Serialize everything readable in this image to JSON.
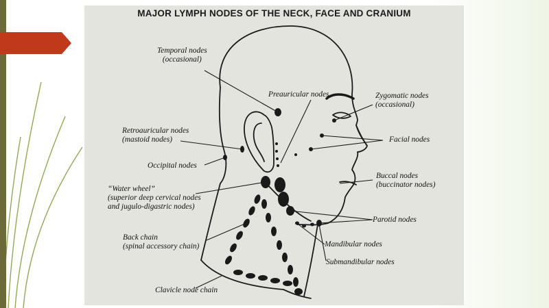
{
  "title": "MAJOR LYMPH NODES OF THE NECK, FACE AND CRANIUM",
  "labels": {
    "temporal": [
      "Temporal nodes",
      "(occasional)"
    ],
    "preauricular": [
      "Preauricular nodes"
    ],
    "zygomatic": [
      "Zygomatic nodes",
      "(occasional)"
    ],
    "retroauricular": [
      "Retroauricular nodes",
      "(mastoid nodes)"
    ],
    "facial": [
      "Facial nodes"
    ],
    "occipital": [
      "Occipital nodes"
    ],
    "buccal": [
      "Buccal nodes",
      "(buccinator nodes)"
    ],
    "waterwheel": [
      "“Water wheel”",
      "(superior deep cervical nodes",
      "and jugulo-digastric nodes)"
    ],
    "parotid": [
      "Parotid nodes"
    ],
    "backchain": [
      "Back chain",
      "(spinal accessory chain)"
    ],
    "mandibular": [
      "Mandibular nodes"
    ],
    "submandibular": [
      "Submandibular nodes"
    ],
    "clavicle": [
      "Clavicle node chain"
    ]
  },
  "colors": {
    "accent_tab": "#c0391b",
    "stripe": "#6b6b3a",
    "panel": "#e4e4de",
    "ink": "#1b1b1b"
  }
}
